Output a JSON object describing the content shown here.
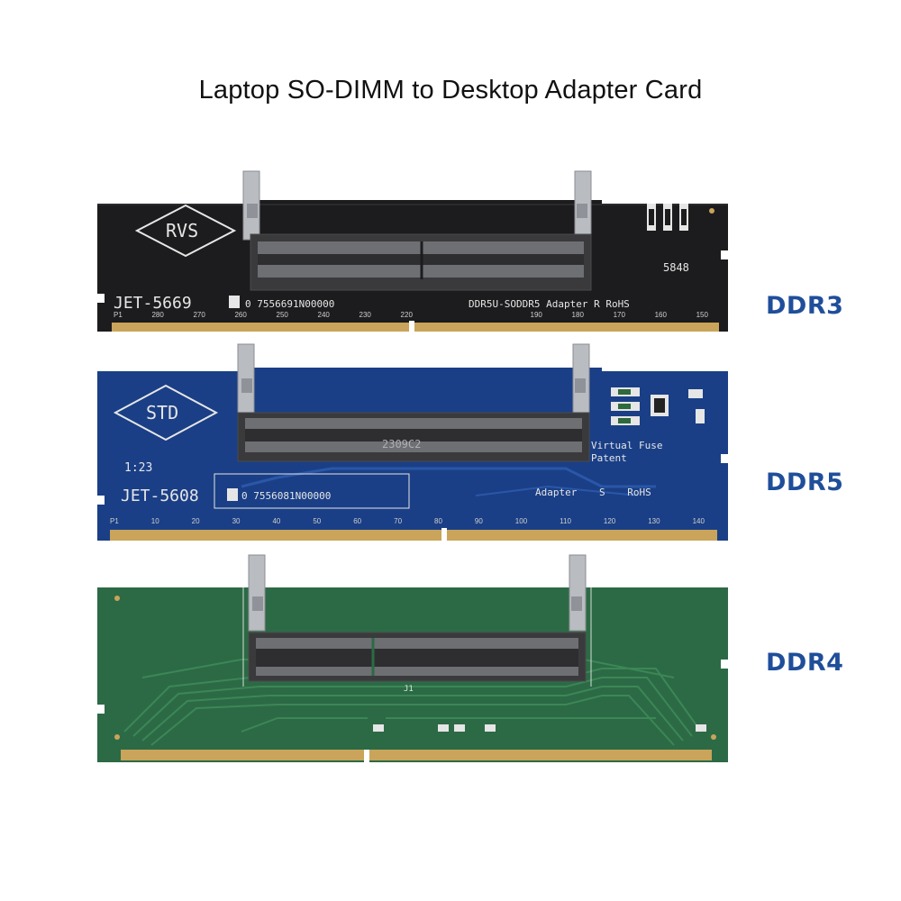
{
  "title": "Laptop SO-DIMM to Desktop Adapter Card",
  "cards": [
    {
      "label": "DDR3",
      "board_color": "#1c1c1e",
      "logo": "RVS",
      "model": "JET-5669",
      "serial": "0 7556691N00000",
      "adapter_text": "DDR5U-SODDR5 Adapter R RoHS",
      "code": "5848",
      "pin_scale": [
        "P1",
        "280",
        "270",
        "260",
        "250",
        "240",
        "230",
        "220",
        "",
        "",
        "",
        "190",
        "180",
        "170",
        "160",
        "150"
      ]
    },
    {
      "label": "DDR5",
      "board_color": "#1a3f86",
      "logo": "STD",
      "model": "JET-5608",
      "serial": "0 7556081N00000",
      "adapter_text": "Adapter S RoHS",
      "fuse_text": "Virtual Fuse",
      "patent_text": "Patent",
      "slot_code": "2309C2",
      "date_code": "1:23",
      "pin_scale": [
        "P1",
        "10",
        "20",
        "30",
        "40",
        "50",
        "60",
        "70",
        "80",
        "90",
        "100",
        "110",
        "120",
        "130",
        "140"
      ]
    },
    {
      "label": "DDR4",
      "board_color": "#2c6a45",
      "slot_marks": "J1"
    }
  ],
  "colors": {
    "label": "#1f4e9a",
    "gold": "#c9a45a",
    "silk": "#e6e6e6"
  }
}
